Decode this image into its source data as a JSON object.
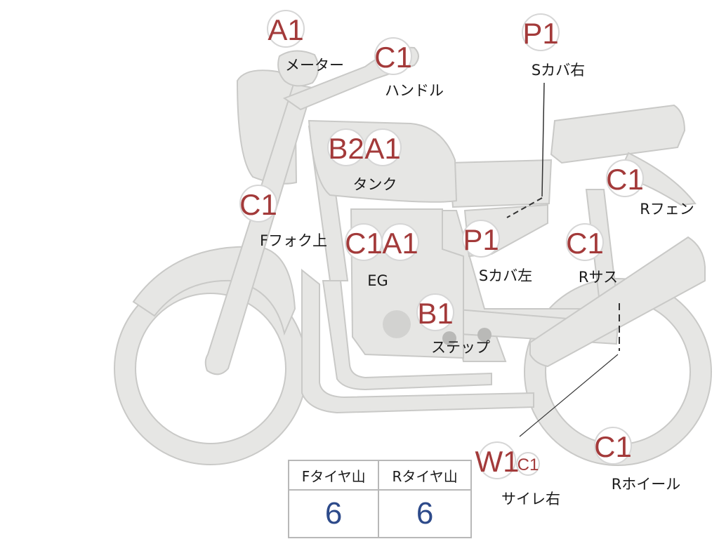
{
  "colors": {
    "grade_text": "#a33a3a",
    "tire_value": "#2d4a8a",
    "bike_body": "#e6e6e4",
    "outline": "#c9c9c7"
  },
  "parts": {
    "meter": {
      "grade": "A1",
      "label": "メーター"
    },
    "handle": {
      "grade": "C1",
      "label": "ハンドル"
    },
    "tank": {
      "grades": [
        "B2",
        "A1"
      ],
      "label": "タンク"
    },
    "front_fork_upper": {
      "grade": "C1",
      "label": "Fフォク上"
    },
    "engine": {
      "grades": [
        "C1",
        "A1"
      ],
      "label": "EG"
    },
    "step": {
      "grade": "B1",
      "label": "ステップ"
    },
    "side_cover_left": {
      "grade": "P1",
      "label": "Sカバ左"
    },
    "side_cover_right": {
      "grade": "P1",
      "label": "Sカバ右"
    },
    "rear_fender": {
      "grade": "C1",
      "label": "Rフェン"
    },
    "rear_suspension": {
      "grade": "C1",
      "label": "Rサス"
    },
    "muffler_right": {
      "grade": "W1",
      "subgrade": "C1",
      "label": "サイレ右"
    },
    "rear_wheel": {
      "grade": "C1",
      "label": "Rホイール"
    }
  },
  "tire_table": {
    "headers": [
      "Fタイヤ山",
      "Rタイヤ山"
    ],
    "values": [
      "6",
      "6"
    ]
  }
}
